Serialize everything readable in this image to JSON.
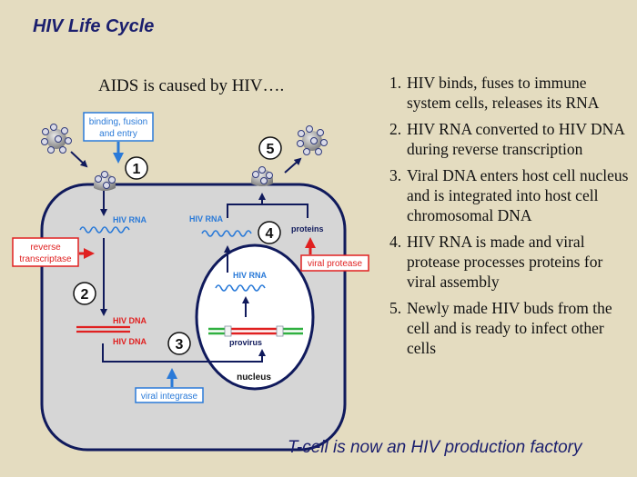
{
  "title": "HIV Life Cycle",
  "subtitle": "AIDS is caused by HIV….",
  "footer": "T-cell is now an HIV production factory",
  "steps": [
    {
      "num": "1.",
      "text": "HIV binds, fuses to immune system cells, releases its RNA"
    },
    {
      "num": "2.",
      "text": "HIV RNA converted to HIV DNA during reverse transcription"
    },
    {
      "num": "3.",
      "text": "Viral DNA enters host cell nucleus and is integrated into host cell chromosomal DNA"
    },
    {
      "num": "4.",
      "text": "HIV RNA is made and viral protease processes proteins for viral assembly"
    },
    {
      "num": "5.",
      "text": "Newly made HIV buds from the cell and is ready to infect other cells"
    }
  ],
  "diagram": {
    "labels": {
      "binding_line1": "binding, fusion",
      "binding_line2": "and entry",
      "reverse_line1": "reverse",
      "reverse_line2": "transcriptase",
      "viral_integrase": "viral integrase",
      "viral_protease": "viral protease",
      "hiv_rna": "HIV RNA",
      "hiv_dna": "HIV DNA",
      "provirus": "provirus",
      "nucleus": "nucleus",
      "proteins": "proteins"
    },
    "step_markers": [
      "1",
      "2",
      "3",
      "4",
      "5"
    ],
    "colors": {
      "background": "#e4dcc0",
      "cell": "#d6d6d6",
      "outline": "#101a5c",
      "rna": "#2a7ad8",
      "dna": "#e02020",
      "enzyme_red": "#e02020",
      "enzyme_blue": "#2a7ad8",
      "chromosome": "#30b040"
    },
    "icons": [
      "virus-particle-icon",
      "arrow-icon"
    ]
  }
}
